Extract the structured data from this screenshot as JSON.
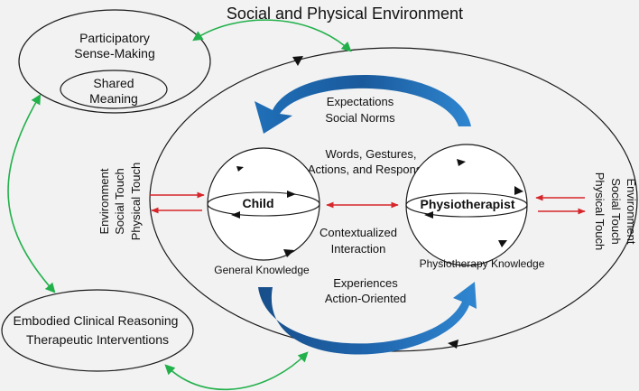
{
  "title": "Social and Physical Environment",
  "nodes": {
    "sense_making": {
      "line1": "Participatory",
      "line2": "Sense-Making"
    },
    "shared_meaning": {
      "line1": "Shared",
      "line2": "Meaning"
    },
    "embodied": {
      "line1": "Embodied Clinical Reasoning",
      "line2": "Therapeutic Interventions"
    },
    "child": {
      "label": "Child",
      "caption": "General Knowledge"
    },
    "physio": {
      "label": "Physiotherapist",
      "caption": "Physiotherapy Knowledge"
    }
  },
  "labels": {
    "expectations": "Expectations",
    "social_norms": "Social Norms",
    "words_gestures": "Words, Gestures,",
    "actions_responses": "Actions, and Responses",
    "contextualized": "Contextualized",
    "interaction": "Interaction",
    "experiences": "Experiences",
    "action_oriented": "Action-Oriented"
  },
  "side_labels": {
    "left": [
      "Environment",
      "Social Touch",
      "Physical Touch"
    ],
    "right": [
      "Environment",
      "Social Touch",
      "Physical Touch"
    ]
  },
  "colors": {
    "background": "#f2f2f2",
    "outline": "#1a1a1a",
    "green_arrow": "#22b04b",
    "red_arrow": "#d6262b",
    "blue_arrow": "#1f6fb8"
  }
}
